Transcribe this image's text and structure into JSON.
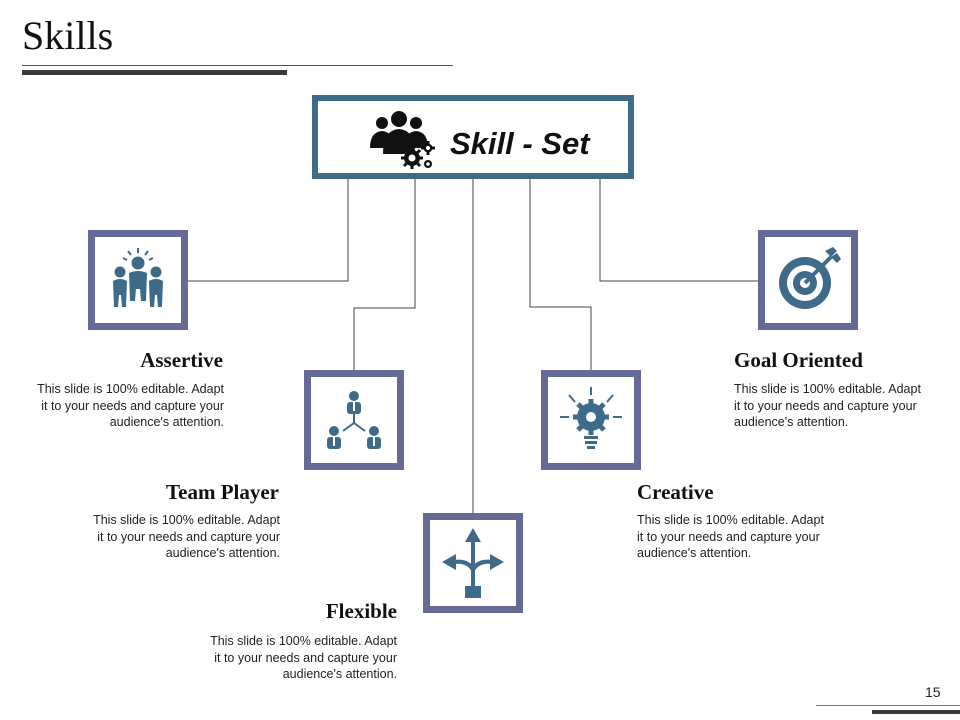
{
  "page": {
    "title": "Skills",
    "page_number": "15"
  },
  "center": {
    "label": "Skill - Set",
    "icon": "team-gears-icon"
  },
  "skills": [
    {
      "title": "Assertive",
      "desc_line1": "This slide is 100% editable. Adapt",
      "desc_line2": "it to your needs and capture your",
      "desc_line3": "audience's attention.",
      "icon": "crowd-icon"
    },
    {
      "title": "Team Player",
      "desc_line1": "This slide is 100% editable. Adapt",
      "desc_line2": "it to your needs and capture your",
      "desc_line3": "audience's attention.",
      "icon": "team-network-icon"
    },
    {
      "title": "Flexible",
      "desc_line1": "This slide is 100% editable. Adapt",
      "desc_line2": "it to your needs and capture your",
      "desc_line3": "audience's attention.",
      "icon": "split-arrows-icon"
    },
    {
      "title": "Creative",
      "desc_line1": "This slide is 100% editable. Adapt",
      "desc_line2": "it to your needs and capture your",
      "desc_line3": "audience's attention.",
      "icon": "gear-bulb-icon"
    },
    {
      "title": "Goal Oriented",
      "desc_line1": "This slide is 100% editable. Adapt",
      "desc_line2": "it to your needs and capture your",
      "desc_line3": "audience's attention.",
      "icon": "target-icon"
    }
  ],
  "colors": {
    "central_border": "#3e6b8a",
    "icon_frame": "#656a96",
    "icon_fill": "#3e6b8a"
  }
}
